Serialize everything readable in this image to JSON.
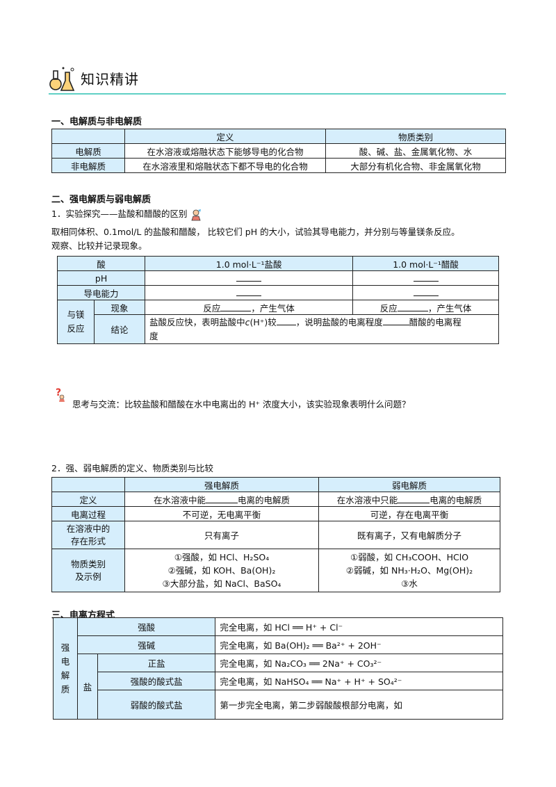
{
  "header": {
    "title": "知识精讲"
  },
  "sec1": {
    "title": "一、电解质与非电解质",
    "head": [
      "",
      "定义",
      "物质类别"
    ],
    "rows": [
      [
        "电解质",
        "在水溶液或熔融状态下能够导电的化合物",
        "酸、碱、盐、金属氧化物、水"
      ],
      [
        "非电解质",
        "在水溶液里和熔融状态下都不导电的化合物",
        "大部分有机化合物、非金属氧化物"
      ]
    ]
  },
  "sec2": {
    "title": "二、强电解质与弱电解质",
    "item1": "1．实验探究——盐酸和醋酸的区别",
    "para1": "取相同体积、0.1mol/L 的盐酸和醋酸， 比较它们 pH 的大小，试验其导电能力，并分别与等量镁条反应。",
    "para2": "观察、比较并记录现象。",
    "t2": {
      "h_acid": "酸",
      "h_hcl": "1.0 mol·L⁻¹盐酸",
      "h_hac": "1.0 mol·L⁻¹醋酸",
      "r_ph": "pH",
      "r_cond": "导电能力",
      "r_mg1": "与镁",
      "r_mg2": "反应",
      "r_phen": "现象",
      "r_conc": "结论",
      "react": "反应",
      "gas": "，产生气体",
      "conc_a": "盐酸反应快，表明盐酸中",
      "conc_c": "c",
      "conc_h": "(H⁺)较",
      "conc_b": "，说明盐酸的电离程度",
      "conc_d": "醋酸的电离程",
      "conc_e": "度"
    },
    "think": "思考与交流：比较盐酸和醋酸在水中电离出的 H⁺ 浓度大小，该实验现象表明什么问题？",
    "item2": "2．强、弱电解质的定义、物质类别与比较",
    "t3": {
      "h_strong": "强电解质",
      "h_weak": "弱电解质",
      "r_def": "定义",
      "def_s1": "在水溶液中能",
      "def_s2": "电离的电解质",
      "def_w1": "在水溶液中只能",
      "def_w2": "电离的电解质",
      "r_proc": "电离过程",
      "proc_s": "不可逆，无电离平衡",
      "proc_w": "可逆，存在电离平衡",
      "r_form1": "在溶液中的",
      "r_form2": "存在形式",
      "form_s": "只有离子",
      "form_w": "既有离子，又有电解质分子",
      "r_cat1": "物质类别",
      "r_cat2": "及示例",
      "s1": "①强酸，如 HCl、H₂SO₄",
      "s2": "②强碱，如 KOH、Ba(OH)₂",
      "s3": "③大部分盐，如 NaCl、BaSO₄",
      "w1": "①弱酸，如 CH₃COOH、HClO",
      "w2": "②弱碱，如 NH₃·H₂O、Mg(OH)₂",
      "w3": "③水"
    }
  },
  "sec3": {
    "title": "三、电离方程式",
    "side": [
      "强",
      "电",
      "解",
      "质"
    ],
    "salt": "盐",
    "r1": "强酸",
    "r1v": "完全电离，如 HCl ══ H⁺ + Cl⁻",
    "r2": "强碱",
    "r2v": "完全电离，如 Ba(OH)₂ ══ Ba²⁺ + 2OH⁻",
    "r3": "正盐",
    "r3v": "完全电离，如 Na₂CO₃ ══ 2Na⁺ + CO₃²⁻",
    "r4": "强酸的酸式盐",
    "r4v": "完全电离，如 NaHSO₄ ══ Na⁺ + H⁺ + SO₄²⁻",
    "r5": "弱酸的酸式盐",
    "r5v": "第一步完全电离，第二步弱酸酸根部分电离，如"
  }
}
